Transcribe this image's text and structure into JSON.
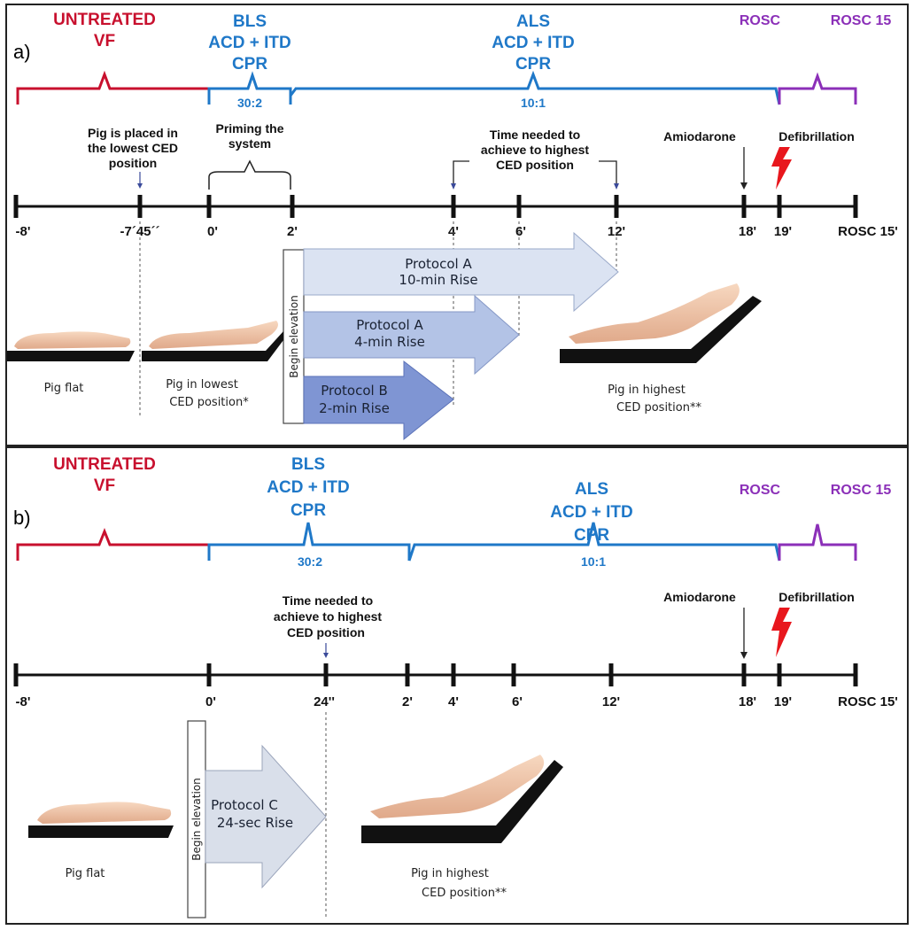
{
  "panel_a": {
    "label": "a)",
    "phases": {
      "untreated": [
        "UNTREATED",
        "VF"
      ],
      "bls": [
        "BLS",
        "ACD + ITD",
        "CPR"
      ],
      "als": [
        "ALS",
        "ACD + ITD",
        "CPR"
      ],
      "rosc": "ROSC",
      "rosc15": "ROSC 15"
    },
    "rate_bls": "30:2",
    "rate_als": "10:1",
    "notes": {
      "pig_placed": [
        "Pig is placed in",
        "the lowest CED",
        "position"
      ],
      "priming": [
        "Priming the",
        "system"
      ],
      "time_needed": [
        "Time needed to",
        "achieve to highest",
        "CED position"
      ],
      "amiodarone": "Amiodarone",
      "defibrillation": "Defibrillation"
    },
    "ticks": [
      "-8'",
      "-7´45´´",
      "0'",
      "2'",
      "4'",
      "6'",
      "12'",
      "18'",
      "19'",
      "ROSC 15'"
    ],
    "begin_elevation": "Begin elevation",
    "protocols": [
      {
        "line1": "Protocol A",
        "line2": "10-min Rise",
        "color": "#dbe3f2"
      },
      {
        "line1": "Protocol A",
        "line2": "4-min Rise",
        "color": "#b3c3e6"
      },
      {
        "line1": "Protocol B",
        "line2": "2-min Rise",
        "color": "#7f95d3"
      }
    ],
    "captions": {
      "pig_flat": "Pig flat",
      "pig_lowest": [
        "Pig in lowest",
        "CED position*"
      ],
      "pig_highest": [
        "Pig in highest",
        "CED position**"
      ]
    }
  },
  "panel_b": {
    "label": "b)",
    "phases": {
      "untreated": [
        "UNTREATED",
        "VF"
      ],
      "bls": [
        "BLS",
        "ACD + ITD",
        "CPR"
      ],
      "als": [
        "ALS",
        "ACD + ITD",
        "CPR"
      ],
      "rosc": "ROSC",
      "rosc15": "ROSC 15"
    },
    "rate_bls": "30:2",
    "rate_als": "10:1",
    "notes": {
      "time_needed": [
        "Time needed to",
        "achieve to highest",
        "CED position"
      ],
      "amiodarone": "Amiodarone",
      "defibrillation": "Defibrillation"
    },
    "ticks": [
      "-8'",
      "0'",
      "24''",
      "2'",
      "4'",
      "6'",
      "12'",
      "18'",
      "19'",
      "ROSC 15'"
    ],
    "begin_elevation": "Begin elevation",
    "protocol": {
      "line1": "Protocol C",
      "line2": "24-sec Rise",
      "color": "#d9dfea"
    },
    "captions": {
      "pig_flat": "Pig flat",
      "pig_highest": [
        "Pig in highest",
        "CED position**"
      ]
    }
  },
  "colors": {
    "untreated": "#c8102e",
    "cpr": "#1f78c8",
    "rosc": "#8b2fb8",
    "shock": "#e8171d"
  }
}
